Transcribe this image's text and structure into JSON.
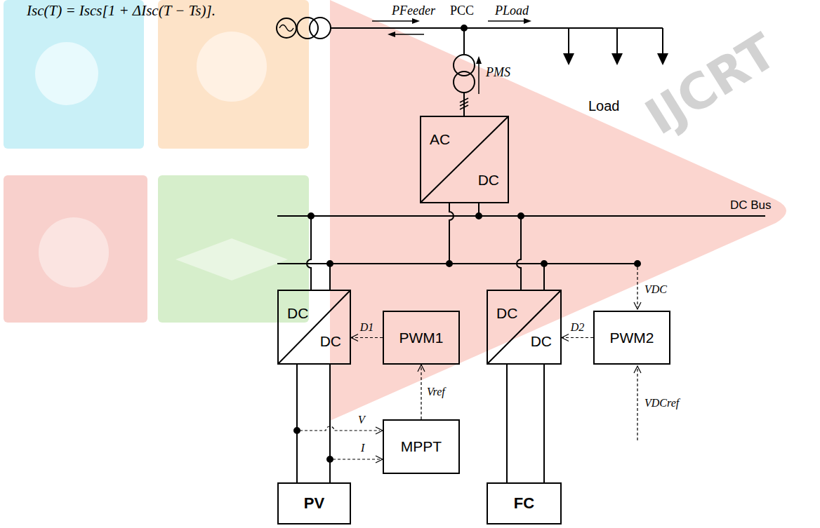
{
  "diagram": {
    "nodes": [
      {
        "text": [
          "AC",
          "DC"
        ]
      },
      {
        "text": [
          "DC",
          "DC"
        ]
      },
      {
        "text": [
          "PWM1"
        ]
      },
      {
        "text": [
          "DC",
          "DC"
        ]
      },
      {
        "text": [
          "PWM2"
        ]
      },
      {
        "text": [
          "MPPT"
        ]
      },
      {
        "text": [
          "PV"
        ]
      },
      {
        "text": [
          "FC"
        ]
      }
    ],
    "edges": [
      {
        "from": 2,
        "to": 1,
        "arrow": "to",
        "label": "D1"
      },
      {
        "from": 4,
        "to": 3,
        "arrow": "to",
        "label": "D2"
      },
      {
        "from": 5,
        "to": 2,
        "arrow": "to",
        "label": "Vref"
      },
      {
        "from": 6,
        "to": 1,
        "arrow": "none"
      },
      {
        "from": 7,
        "to": 3,
        "arrow": "none"
      }
    ],
    "labels": [
      "Isc(T) = Iscs[1 + ΔIsc(T − Ts)].",
      "PFeeder",
      "PCC",
      "PLoad",
      "IJCRT",
      "PMS",
      "Load",
      "DC Bus",
      "VDC",
      "VDCref",
      "V",
      "I"
    ]
  }
}
